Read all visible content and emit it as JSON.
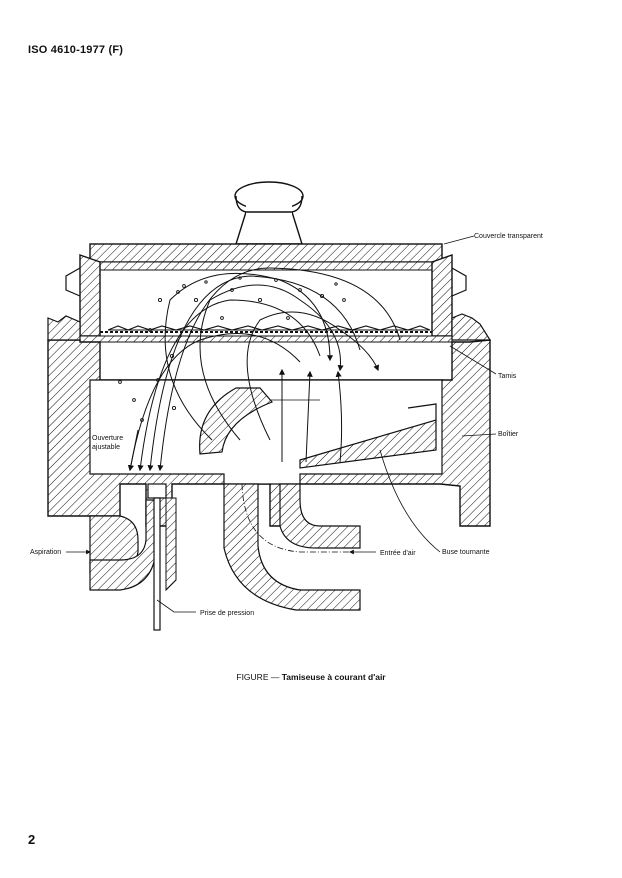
{
  "header": {
    "title": "ISO 4610-1977 (F)"
  },
  "figure": {
    "labels": {
      "couvercle": "Couvercle transparent",
      "tamis": "Tamis",
      "boitier": "Boîtier",
      "ouverture_line1": "Ouverture",
      "ouverture_line2": "ajustable",
      "aspiration": "Aspiration",
      "entree_air": "Entrée d'air",
      "buse": "Buse tournante",
      "prise": "Prise de pression"
    },
    "caption": {
      "prefix": "FIGURE — ",
      "title": "Tamiseuse à courant d'air"
    }
  },
  "footer": {
    "page_number": "2"
  }
}
